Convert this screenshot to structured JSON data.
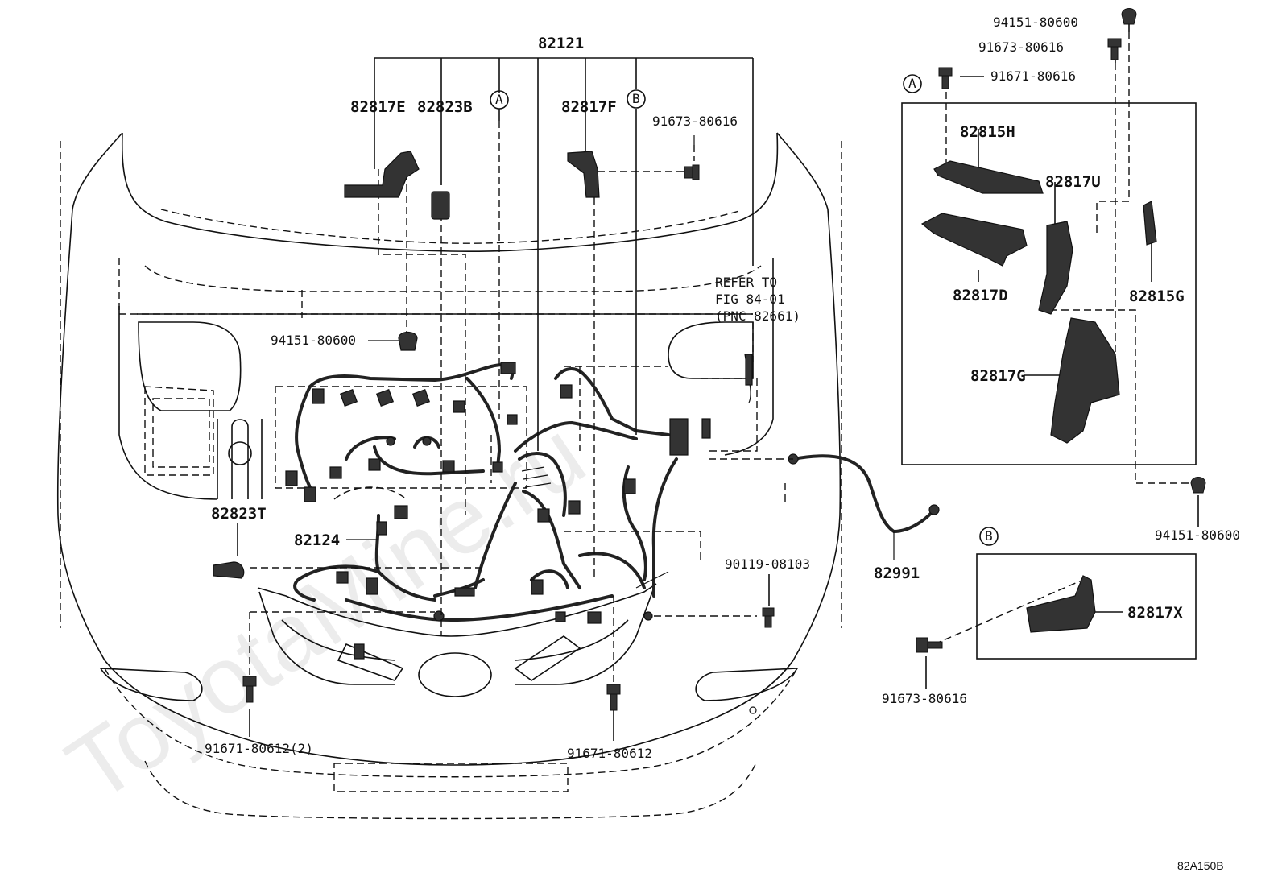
{
  "labels": {
    "l82121": "82121",
    "l82817E": "82817E",
    "l82823B": "82823B",
    "lA_top": "A",
    "l82817F": "82817F",
    "lB_top": "B",
    "l91673_top": "91673-80616",
    "refer1": "REFER TO",
    "refer2": "FIG 84-01",
    "refer3": "(PNC 82661)",
    "l94151_left": "94151-80600",
    "l82823T": "82823T",
    "l82124": "82124",
    "l90119": "90119-08103",
    "l82991": "82991",
    "l91671_left": "91671-80612(2)",
    "l91671_mid": "91671-80612",
    "r94151_top": "94151-80600",
    "r91673_top": "91673-80616",
    "rA": "A",
    "r91671": "91671-80616",
    "r82815H": "82815H",
    "r82817U": "82817U",
    "r82817D": "82817D",
    "r82815G": "82815G",
    "r82817G": "82817G",
    "r94151_right": "94151-80600",
    "rB": "B",
    "r82817X": "82817X",
    "r91673_bottom": "91673-80616",
    "diagram_code": "82A150B"
  },
  "watermark": "ToyotaMine.ru",
  "colors": {
    "line": "#111111",
    "background": "#ffffff"
  }
}
